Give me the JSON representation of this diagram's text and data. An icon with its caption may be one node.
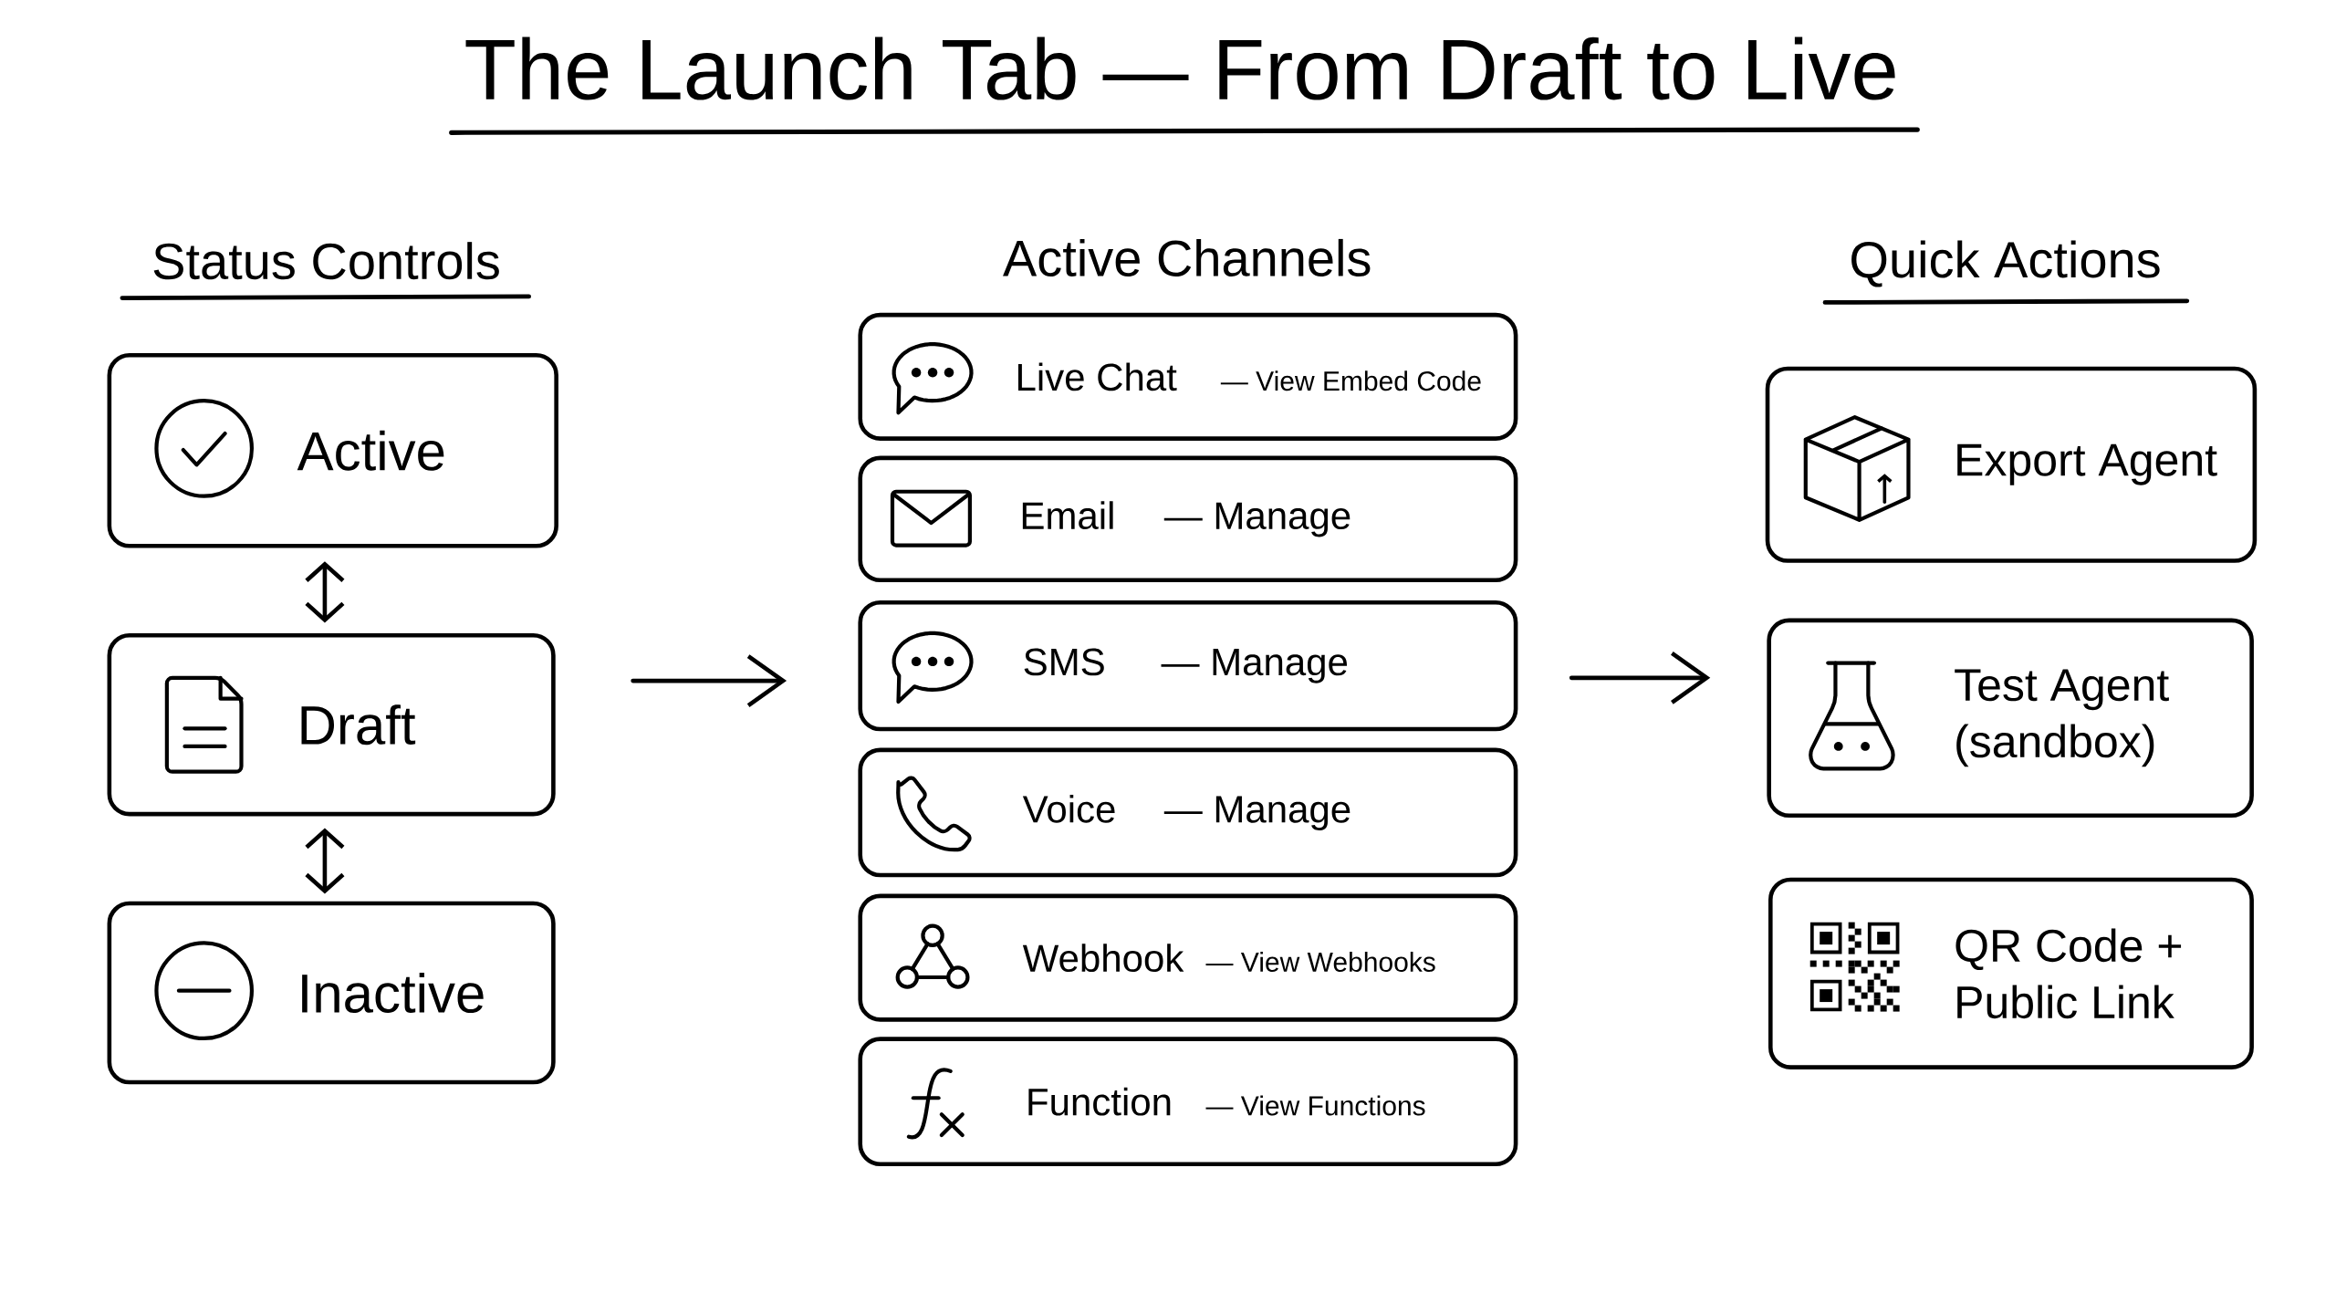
{
  "diagram": {
    "title": "The Launch Tab — From Draft to Live",
    "nodes": [
      {
        "text": [
          "Active"
        ]
      },
      {
        "text": [
          "Draft"
        ]
      },
      {
        "text": [
          "Inactive"
        ]
      },
      {
        "text": [
          "Live Chat",
          "— View Embed Code"
        ]
      },
      {
        "text": [
          "Email",
          "— Manage"
        ]
      },
      {
        "text": [
          "SMS",
          "— Manage"
        ]
      },
      {
        "text": [
          "Voice",
          "— Manage"
        ]
      },
      {
        "text": [
          "Webhook",
          "— View Webhooks"
        ]
      },
      {
        "text": [
          "Function",
          "— View Functions"
        ]
      },
      {
        "text": [
          "Export Agent"
        ]
      },
      {
        "text": [
          "Test Agent (sandbox)"
        ]
      },
      {
        "text": [
          "QR Code + Public Link"
        ]
      }
    ],
    "edges": [
      {
        "from": 0,
        "to": 1,
        "arrow": "both"
      },
      {
        "from": 1,
        "to": 2,
        "arrow": "both"
      },
      {
        "from": 1,
        "to": 5,
        "arrow": "to"
      },
      {
        "from": 5,
        "to": 10,
        "arrow": "to"
      }
    ],
    "labels": [
      "Status Controls",
      "Active Channels",
      "Quick Actions"
    ]
  }
}
